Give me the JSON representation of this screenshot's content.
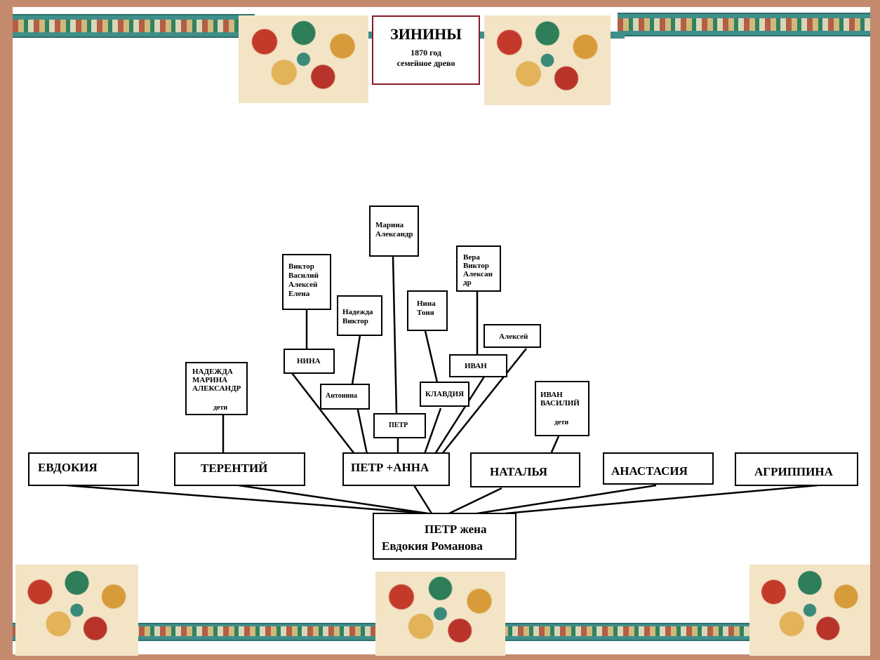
{
  "title": {
    "surname": "ЗИНИНЫ",
    "year": "1870 год",
    "subtitle": "семейное  древо"
  },
  "root": {
    "line1": "ПЕТР  жена",
    "line2": "Евдокия Романова"
  },
  "children": [
    {
      "label": "ЕВДОКИЯ"
    },
    {
      "label": "ТЕРЕНТИЙ"
    },
    {
      "label": "ПЕТР +АННА"
    },
    {
      "label": "НАТАЛЬЯ"
    },
    {
      "label": "АНАСТАСИЯ"
    },
    {
      "label": "АГРИППИНА"
    }
  ],
  "terentiy_children": {
    "lines": [
      "НАДЕЖДА",
      "МАРИНА",
      "АЛЕКСАНДР"
    ],
    "caption": "дети"
  },
  "natalya_children": {
    "lines": [
      "ИВАН",
      "ВАСИЛИЙ"
    ],
    "caption": "дети"
  },
  "petr_anna_children": [
    {
      "label": "НИНА"
    },
    {
      "label": "Антонина"
    },
    {
      "label": "ПЕТР"
    },
    {
      "label": "КЛАВДИЯ"
    },
    {
      "label": "ИВАН"
    },
    {
      "label": "Алексей"
    }
  ],
  "grandchildren": {
    "nina": [
      "Виктор",
      "Василий",
      "Алексей",
      "Елена"
    ],
    "antonina": [
      "Надежда",
      "Виктор"
    ],
    "petr": [
      "Марина",
      "Александр"
    ],
    "klavdiya": [
      "Нина",
      "Тоня"
    ],
    "ivan": [
      "Вера",
      "Виктор",
      "Алексан",
      "др"
    ]
  },
  "colors": {
    "frame": "#c48a6e",
    "band": "#3f8f8b",
    "title_border": "#8a1a2a"
  }
}
